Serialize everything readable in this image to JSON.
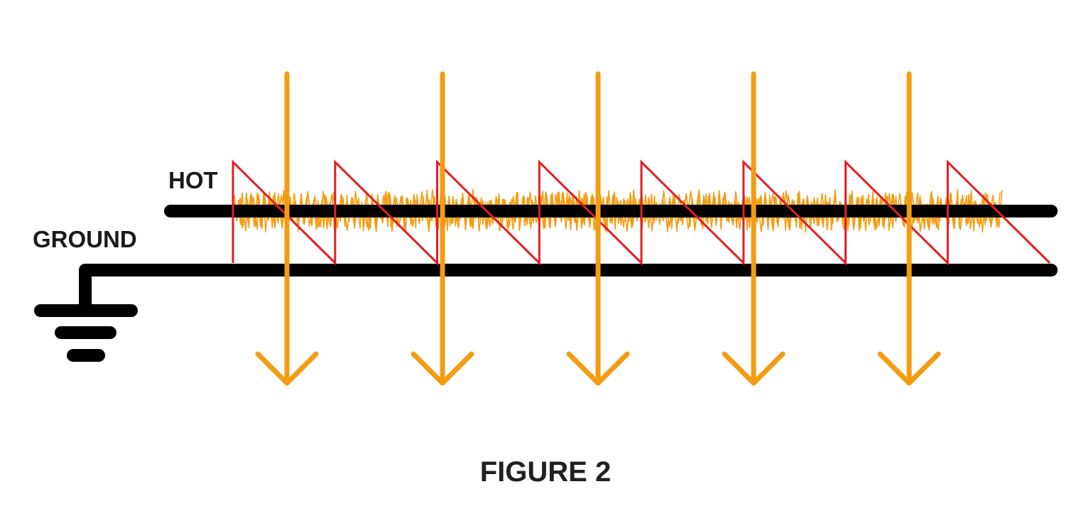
{
  "labels": {
    "hot": "HOT",
    "ground": "GROUND"
  },
  "caption": "FIGURE 2",
  "colors": {
    "wire": "#000000",
    "sawtooth": "#e31e24",
    "noise": "#f39c12",
    "arrows": "#f39c12",
    "text": "#231f20"
  },
  "diagram": {
    "sawtooth_cycles": 8,
    "downward_arrows": 5,
    "ground_symbol": "earth-ground"
  }
}
